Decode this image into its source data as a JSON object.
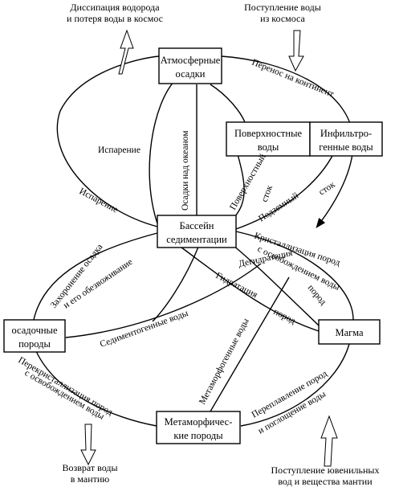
{
  "boxes": {
    "atmosphere": [
      "Атмосферные",
      "осадки"
    ],
    "surface": [
      "Поверхностные",
      "воды"
    ],
    "infiltration": [
      "Инфильтро-",
      "генные воды"
    ],
    "basin": [
      "Бассейн",
      "седиментации"
    ],
    "sedimentary": [
      "осадочные",
      "породы"
    ],
    "magma": [
      "Магма"
    ],
    "metamorphic": [
      "Метаморфичес-",
      "кие породы"
    ]
  },
  "captions": {
    "dissipation": [
      "Диссипация водорода",
      "и потеря воды в космос"
    ],
    "space_input": [
      "Поступление воды",
      "из космоса"
    ],
    "mantle_return": [
      "Возврат воды",
      "в мантию"
    ],
    "juvenile": [
      "Поступление ювенильных",
      "вод и вещества мантии"
    ]
  },
  "labels": {
    "transfer": "Перенос на континент",
    "evaporation_inner": "Испарение",
    "evaporation_outer": "Испарение",
    "ocean_precip": "Осадки над океаном",
    "surface_runoff_1": "Поверхностный",
    "surface_runoff_2": "сток",
    "underground_runoff_1": "Подземный",
    "underground_runoff_2": "сток",
    "burial_1": "Захоронение осадка",
    "burial_2": "и его обезвоживание",
    "cryst_1": "Кристаллизация пород",
    "cryst_2": "с освобождением воды",
    "dehydration_1": "Дегидратация",
    "dehydration_2": "пород",
    "hydration_1": "Гидратация",
    "hydration_2": "пород",
    "sedimentogenic": "Седиментогенные воды",
    "metamorphogenic": "Метаморфогенные воды",
    "recryst_1": "Перекристаллизация пород",
    "recryst_2": "с освобождением воды",
    "remelt_1": "Переплавление пород",
    "remelt_2": "и поглощение воды"
  }
}
